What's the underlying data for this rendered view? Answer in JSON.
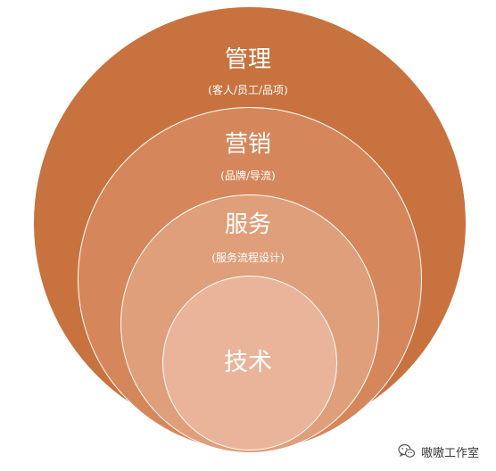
{
  "colors": {
    "outer": "#C8733F",
    "second": "#D5875B",
    "third": "#DF9F7A",
    "inner": "#EAB49A",
    "text": "#FFFFFF"
  },
  "layers": [
    {
      "title": "管理",
      "subtitle": "(客人/员工/品项)"
    },
    {
      "title": "营销",
      "subtitle": "(品牌/导流)"
    },
    {
      "title": "服务",
      "subtitle": "(服务流程设计)"
    },
    {
      "title": "技术",
      "subtitle": ""
    }
  ],
  "watermark": {
    "icon": "wechat-icon",
    "text": "嗷嗷工作室"
  }
}
